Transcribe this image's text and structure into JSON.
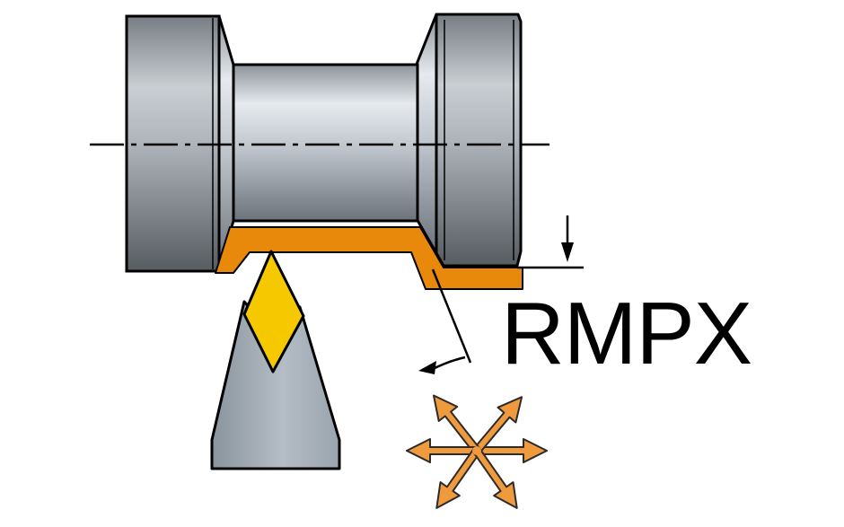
{
  "designation": {
    "code": "RMPX"
  },
  "colors": {
    "background": "#ffffff",
    "outline": "#000000",
    "machined_profile": "#e8890c",
    "insert": "#f5c800",
    "holder": "#aab4bd",
    "arrow_fill": "#f09a3e",
    "arrow_stroke": "#2b2b2b"
  },
  "icons": {
    "workpiece": "stepped-shaft",
    "tool": "turning-tool-holder",
    "insert": "diamond-insert",
    "feed": "multi-direction-arrows"
  }
}
